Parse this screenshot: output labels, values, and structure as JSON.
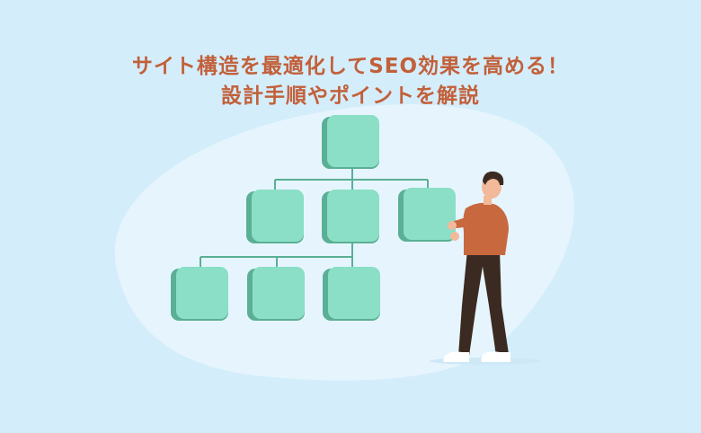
{
  "title": {
    "line1": "サイト構造を最適化してSEO効果を高める！",
    "line2": "設計手順やポイントを解説"
  },
  "colors": {
    "background": "#d4edfb",
    "blob": "#e6f5fd",
    "title": "#c2603a",
    "box_face": "#8adfc6",
    "box_side": "#5aaf95",
    "connector": "#5aaf95",
    "shirt": "#c8683f",
    "pants": "#3b2a22",
    "hair": "#3b2a22",
    "skin": "#f2b99a",
    "shoes": "#ffffff"
  },
  "illustration": {
    "subject": "site-structure-tree",
    "levels": [
      1,
      3,
      3
    ],
    "person": "man-holding-box"
  }
}
